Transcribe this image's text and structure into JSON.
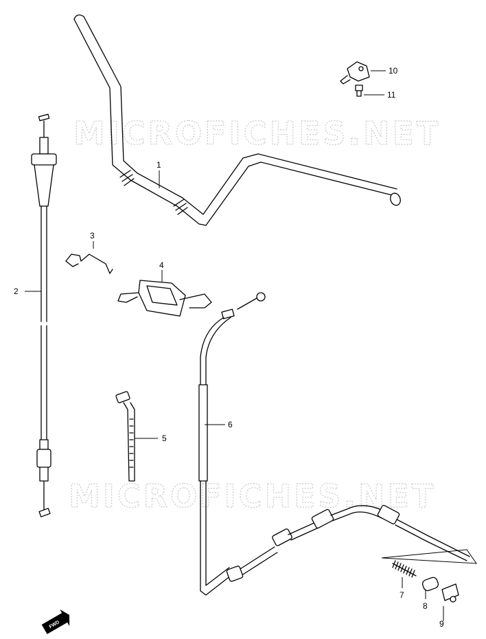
{
  "watermark": {
    "top_text": "MICROFICHES.NET",
    "bottom_text": "MICROFICHES.NET"
  },
  "direction_badge": "FWD",
  "parts": [
    {
      "number": "1",
      "item": "handlebar"
    },
    {
      "number": "2",
      "item": "throttle-cable"
    },
    {
      "number": "3",
      "item": "wire-clip"
    },
    {
      "number": "4",
      "item": "cable-guide-bracket"
    },
    {
      "number": "5",
      "item": "cable-tie"
    },
    {
      "number": "6",
      "item": "brake-cable"
    },
    {
      "number": "7",
      "item": "spring"
    },
    {
      "number": "8",
      "item": "joint"
    },
    {
      "number": "9",
      "item": "nut"
    },
    {
      "number": "10",
      "item": "clamp"
    },
    {
      "number": "11",
      "item": "screw"
    }
  ]
}
